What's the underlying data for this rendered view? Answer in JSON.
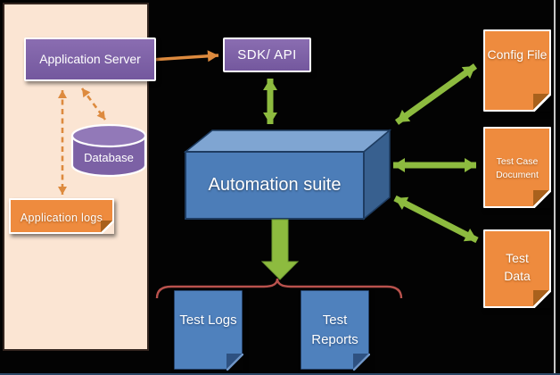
{
  "diagram": {
    "left_panel": {
      "app_server": "Application Server",
      "database": "Database",
      "app_logs": "Application logs"
    },
    "sdk_api": "SDK/ API",
    "automation_suite": "Automation suite",
    "right_notes": [
      {
        "label": "Config File"
      },
      {
        "label": "Test Case Document"
      },
      {
        "label": "Test Data"
      }
    ],
    "bottom_notes": [
      {
        "label": "Test Logs"
      },
      {
        "label": "Test Reports"
      }
    ],
    "connections": [
      {
        "from": "Application Server",
        "to": "SDK/ API",
        "style": "orange-solid-double-arrow"
      },
      {
        "from": "Application Server",
        "to": "Database",
        "style": "orange-dashed-double-arrow"
      },
      {
        "from": "Application Server",
        "to": "Application logs",
        "style": "orange-dashed-double-arrow"
      },
      {
        "from": "SDK/ API",
        "to": "Automation suite",
        "style": "green-double-arrow"
      },
      {
        "from": "Automation suite",
        "to": "Config File",
        "style": "green-double-arrow"
      },
      {
        "from": "Automation suite",
        "to": "Test Case Document",
        "style": "green-double-arrow"
      },
      {
        "from": "Automation suite",
        "to": "Test Data",
        "style": "green-double-arrow"
      },
      {
        "from": "Automation suite",
        "to": "Test Logs / Test Reports",
        "style": "green-down-arrow-with-red-brace"
      }
    ],
    "colors": {
      "background": "#030303",
      "panel_fill": "#fbe5d3",
      "purple_box": "#7c61a5",
      "orange_arrow": "#dd8a3e",
      "orange_note": "#ee8b3e",
      "green_arrow": "#8dbb3f",
      "suite_front": "#4c7db8",
      "suite_top": "#7fa5d2",
      "suite_side": "#38608f",
      "blue_note": "#4f81bd",
      "brace_red": "#b9524d"
    }
  }
}
